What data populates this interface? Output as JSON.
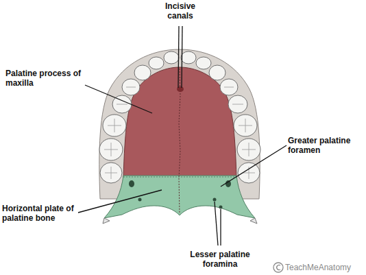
{
  "diagram": {
    "labels": [
      "Incisive canals",
      "Palatine process of maxilla",
      "Greater palatine foramen",
      "Horizontal plate of palatine bone",
      "Lesser palatine foramina",
      "TeachMeAnatomy"
    ]
  }
}
